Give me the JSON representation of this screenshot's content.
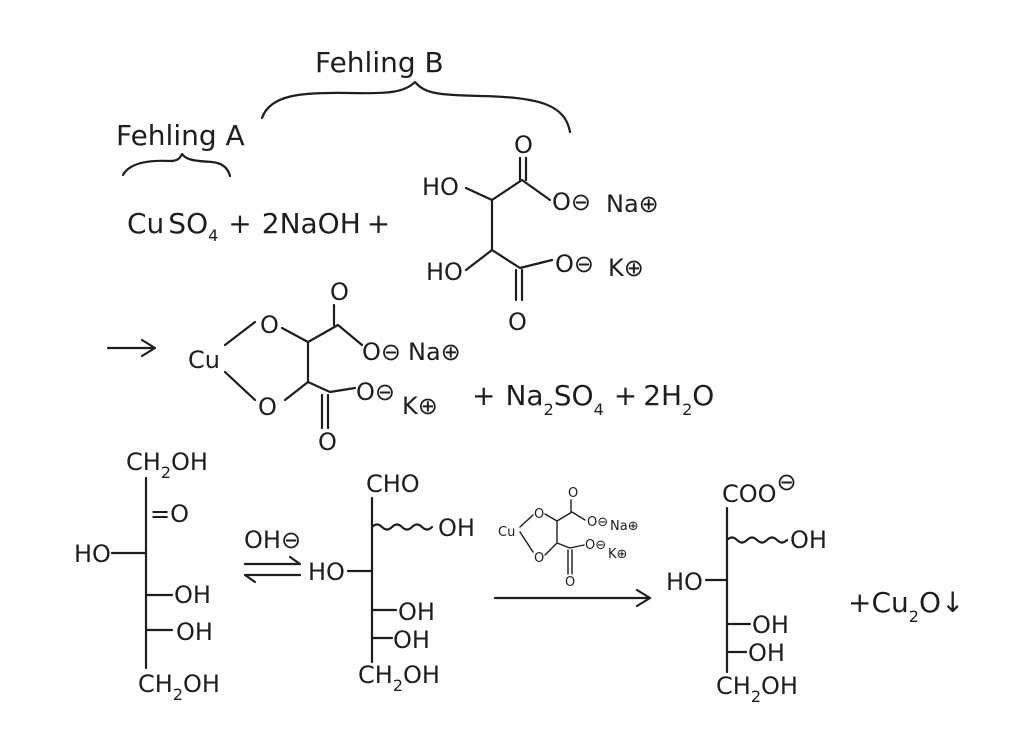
{
  "labels": {
    "fehling_b": "Fehling B",
    "fehling_a": "Fehling A"
  },
  "reactants": {
    "cu": "Cu",
    "so": "SO",
    "so_sub": "4",
    "plus1": "+",
    "naoh": "2NaOH",
    "plus2": "+"
  },
  "tartrate": {
    "ho_top": "HO",
    "ho_bottom": "HO",
    "o_top": "O",
    "o_bottom": "O",
    "o_minus_1": "O⊖",
    "na_plus": "Na⊕",
    "o_minus_2": "O⊖",
    "k_plus": "K⊕"
  },
  "complex": {
    "cu": "Cu",
    "o_ring_top": "O",
    "o_ring_bottom": "O",
    "o_top": "O",
    "o_bottom": "O",
    "o_minus_1": "O⊖",
    "na_plus": "Na⊕",
    "o_minus_2": "O⊖",
    "k_plus": "K⊕"
  },
  "byproducts": {
    "plus1": "+",
    "na": "Na",
    "na_sub": "2",
    "so": "SO",
    "so_sub": "4",
    "plus2": "+",
    "h": "2H",
    "h_sub": "2",
    "o": "O"
  },
  "fructose": {
    "ch2oh_top": "CH",
    "ch2oh_top_sub": "2",
    "ch2oh_top_end": "OH",
    "keto": "=O",
    "ho": "HO",
    "oh1": "OH",
    "oh2": "OH",
    "ch2oh_bottom": "CH",
    "ch2oh_bottom_sub": "2",
    "ch2oh_bottom_end": "OH"
  },
  "catalyst": {
    "oh_minus": "OH⊖"
  },
  "glucose": {
    "cho": "CHO",
    "oh_wavy": "OH",
    "ho": "HO",
    "oh1": "OH",
    "oh2": "OH",
    "ch2oh": "CH",
    "ch2oh_sub": "2",
    "ch2oh_end": "OH"
  },
  "reagent_small": {
    "cu": "Cu",
    "o1": "O",
    "o2": "O",
    "o_top": "O",
    "o_bottom": "O",
    "o_minus_1": "O⊖",
    "na_plus": "Na⊕",
    "o_minus_2": "O⊖",
    "k_plus": "K⊕"
  },
  "gluconate": {
    "coo": "COO",
    "charge": "⊖",
    "oh_wavy": "OH",
    "ho": "HO",
    "oh1": "OH",
    "oh2": "OH",
    "ch2oh": "CH",
    "ch2oh_sub": "2",
    "ch2oh_end": "OH"
  },
  "precipitate": {
    "plus": "+",
    "cu": "Cu",
    "cu_sub": "2",
    "o": "O",
    "arrow": "↓"
  }
}
